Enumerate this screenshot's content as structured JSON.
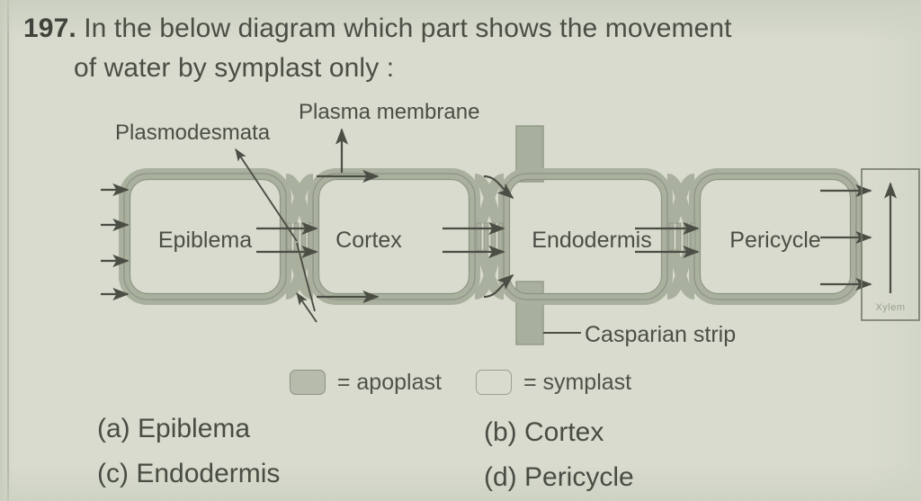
{
  "question": {
    "number": "197.",
    "line1": "In the below diagram which part shows the movement",
    "line2": "of water by symplast only :"
  },
  "diagram": {
    "labels": {
      "plasmodesmata": "Plasmodesmata",
      "plasma_membrane": "Plasma membrane",
      "casparian_strip": "Casparian strip",
      "xylem": "Xylem"
    },
    "cells": [
      {
        "name": "epiblema",
        "label": "Epiblema"
      },
      {
        "name": "cortex",
        "label": "Cortex"
      },
      {
        "name": "endodermis",
        "label": "Endodermis"
      },
      {
        "name": "pericycle",
        "label": "Pericycle"
      }
    ],
    "colors": {
      "background": "#d8dbcd",
      "cell_wall": "#aab09e",
      "cell_wall_edge": "#8d9383",
      "ink": "#4a4e45",
      "casparian": "#a9af9d"
    }
  },
  "legend": [
    {
      "name": "apoplast",
      "swatch": "filled",
      "text": "= apoplast"
    },
    {
      "name": "symplast",
      "swatch": "open",
      "text": "= symplast"
    }
  ],
  "options": [
    {
      "key": "a",
      "text": "(a) Epiblema"
    },
    {
      "key": "b",
      "text": "(b) Cortex"
    },
    {
      "key": "c",
      "text": "(c) Endodermis"
    },
    {
      "key": "d",
      "text": "(d) Pericycle"
    }
  ]
}
